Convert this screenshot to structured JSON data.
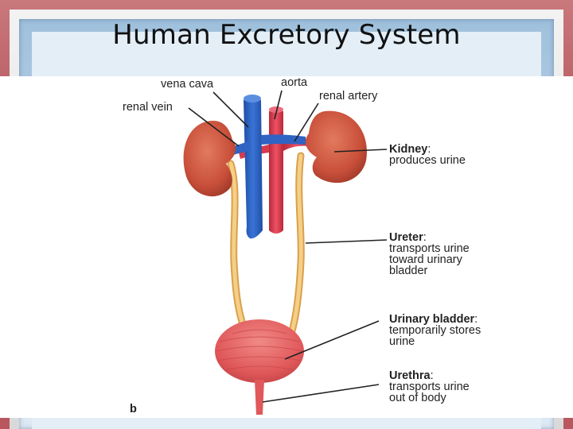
{
  "title": "Human Excretory System",
  "labels": {
    "vena_cava": "vena cava",
    "aorta": "aorta",
    "renal_vein": "renal vein",
    "renal_artery": "renal artery",
    "panel_letter": "b"
  },
  "structures": [
    {
      "name": "Kidney",
      "suffix": ":",
      "description": [
        "produces urine"
      ]
    },
    {
      "name": "Ureter",
      "suffix": ":",
      "description": [
        "transports urine",
        "toward urinary",
        "bladder"
      ]
    },
    {
      "name": "Urinary bladder",
      "suffix": ":",
      "description": [
        "temporarily stores",
        "urine"
      ]
    },
    {
      "name": "Urethra",
      "suffix": ":",
      "description": [
        "transports urine",
        "out of body"
      ]
    }
  ],
  "colors": {
    "kidney": "#c9503a",
    "vein": "#2f63c4",
    "artery": "#d83a4c",
    "ureter": "#f0c070",
    "bladder": "#e0585a"
  }
}
